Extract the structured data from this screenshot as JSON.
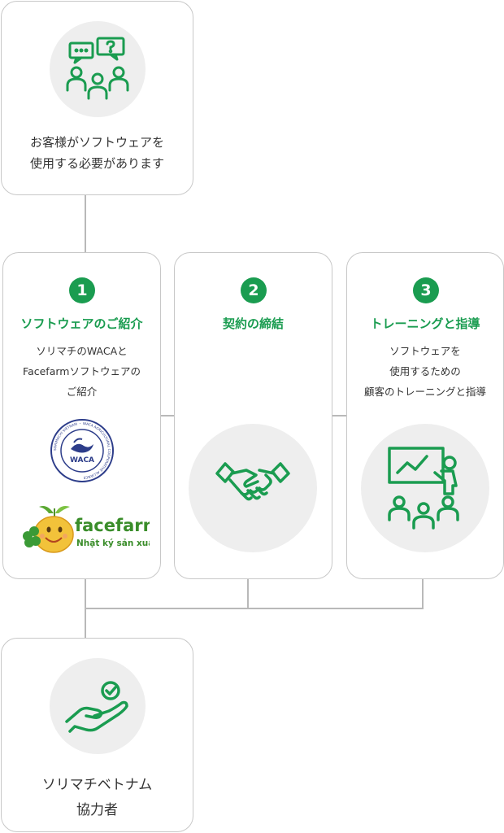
{
  "top_card": {
    "line1": "お客様がソフトウェアを",
    "line2": "使用する必要があります",
    "icon": "people-chat-icon"
  },
  "steps": [
    {
      "number": "1",
      "title": "ソフトウェアのご紹介",
      "desc_lines": [
        "ソリマチのWACAと",
        "Facefarmソフトウェアの",
        "ご紹介"
      ],
      "logos": {
        "waca_ring_text": "SORIMACHI VIETNAM ・ WACA AGRICULTURAL COOPERATIVE ALLIANCE",
        "waca_center": "WACA",
        "facefarm_name": "facefarm",
        "facefarm_tagline": "Nhật ký sản xuất"
      }
    },
    {
      "number": "2",
      "title": "契約の締結",
      "desc_lines": [],
      "icon": "handshake-icon"
    },
    {
      "number": "3",
      "title": "トレーニングと指導",
      "desc_lines": [
        "ソフトウェアを",
        "使用するための",
        "顧客のトレーニングと指導"
      ],
      "icon": "training-presentation-icon"
    }
  ],
  "bottom_card": {
    "line1": "ソリマチベトナム",
    "line2": "協力者",
    "icon": "hand-check-icon"
  },
  "colors": {
    "accent_green": "#1a9c50",
    "card_border": "#c8c8c8",
    "icon_bg": "#eeeeee",
    "connector": "#b9b9b9",
    "facefarm_green": "#3a8d2a"
  }
}
